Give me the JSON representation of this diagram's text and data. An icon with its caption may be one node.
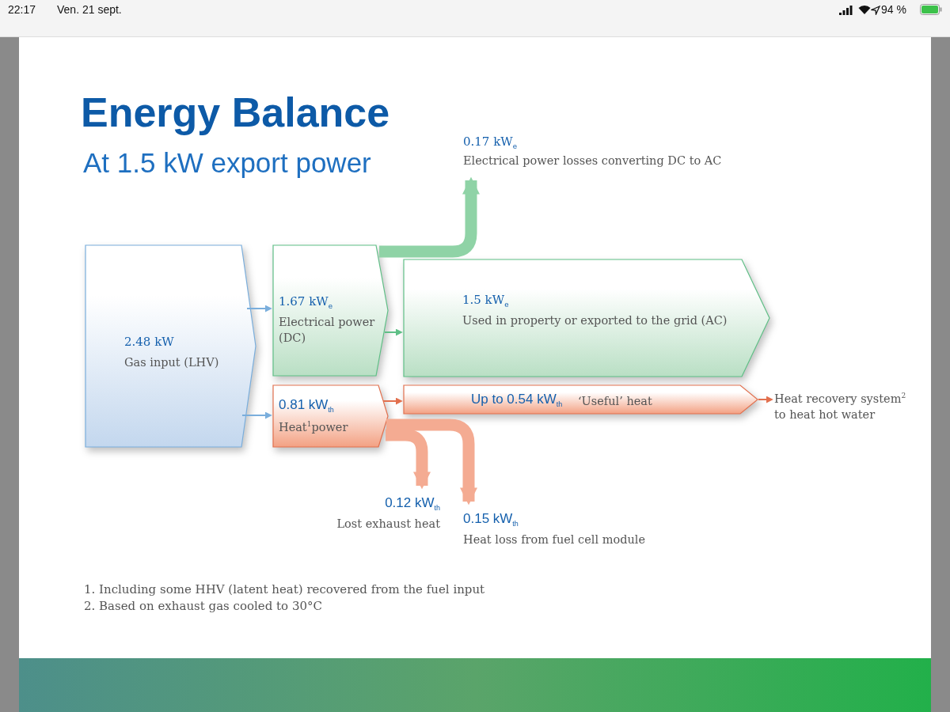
{
  "diagram": {
    "title": "Energy Balance",
    "nodes": [
      {
        "text": [
          "2.48 kW",
          "Gas input (LHV)"
        ]
      },
      {
        "text": [
          "1.67 kW$_{e}$",
          "Electrical power (DC)"
        ]
      },
      {
        "text": [
          "0.81 kW$_{th}$",
          "Heat$^{1}$power"
        ]
      },
      {
        "text": [
          "1.5 kW$_{e}$",
          "Used in property or exported to the grid (AC)"
        ]
      },
      {
        "text": [
          "Up to 0.54 kW$_{th}$",
          "‘Useful’ heat"
        ]
      },
      {
        "text": [
          "0.17 kW$_{e}$",
          "Electrical power losses converting DC to AC"
        ]
      },
      {
        "text": [
          "Heat recovery system$^{2}$ to heat hot water"
        ]
      },
      {
        "text": [
          "0.12 kW$_{th}$",
          "Lost exhaust heat"
        ]
      },
      {
        "text": [
          "0.15 kW$_{th}$",
          "Heat loss from fuel cell module"
        ]
      }
    ],
    "edges": [
      {
        "from": 0,
        "to": 1,
        "arrow": "to",
        "color": "#7aaedc"
      },
      {
        "from": 0,
        "to": 2,
        "arrow": "to",
        "color": "#7aaedc"
      },
      {
        "from": 1,
        "to": 3,
        "arrow": "to",
        "color": "#5fbf86"
      },
      {
        "from": 1,
        "to": 5,
        "arrow": "to",
        "style": "thick",
        "color": "#8fd3a6"
      },
      {
        "from": 2,
        "to": 4,
        "arrow": "to",
        "color": "#e2704e"
      },
      {
        "from": 2,
        "to": 7,
        "arrow": "to",
        "style": "thick",
        "color": "#f4ab92"
      },
      {
        "from": 2,
        "to": 8,
        "arrow": "to",
        "style": "thick",
        "color": "#f4ab92"
      },
      {
        "from": 4,
        "to": 6,
        "arrow": "to",
        "color": "#e2704e"
      }
    ],
    "labels": [
      "22:17",
      "Ven. 21 sept.",
      "94 %",
      "At 1.5 kW export power",
      "1. Including some HHV (latent heat) recovered from the fuel input",
      "2. Based on exhaust gas cooled to 30°C"
    ]
  }
}
